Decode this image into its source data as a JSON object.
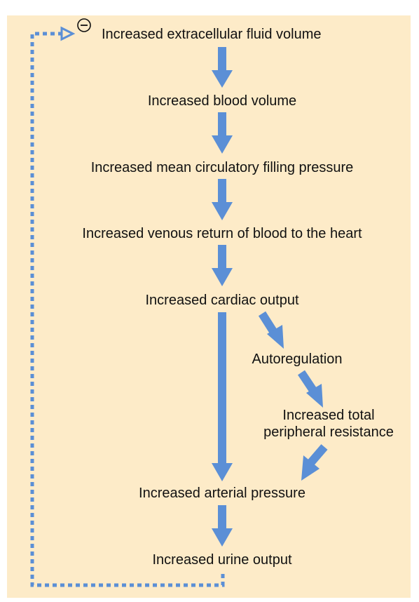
{
  "colors": {
    "background": "#fdebc8",
    "arrow": "#5b8fd6",
    "text": "#111111"
  },
  "feedback": {
    "sign_symbol": "⊖"
  },
  "nodes": {
    "ecf_volume": "Increased extracellular fluid volume",
    "blood_volume": "Increased blood volume",
    "filling_pressure": "Increased mean circulatory filling pressure",
    "venous_return": "Increased venous return of blood to the heart",
    "cardiac_output": "Increased cardiac output",
    "autoregulation": "Autoregulation",
    "resistance_line1": "Increased total",
    "resistance_line2": "peripheral resistance",
    "arterial_pressure": "Increased arterial pressure",
    "urine_output": "Increased urine output"
  }
}
